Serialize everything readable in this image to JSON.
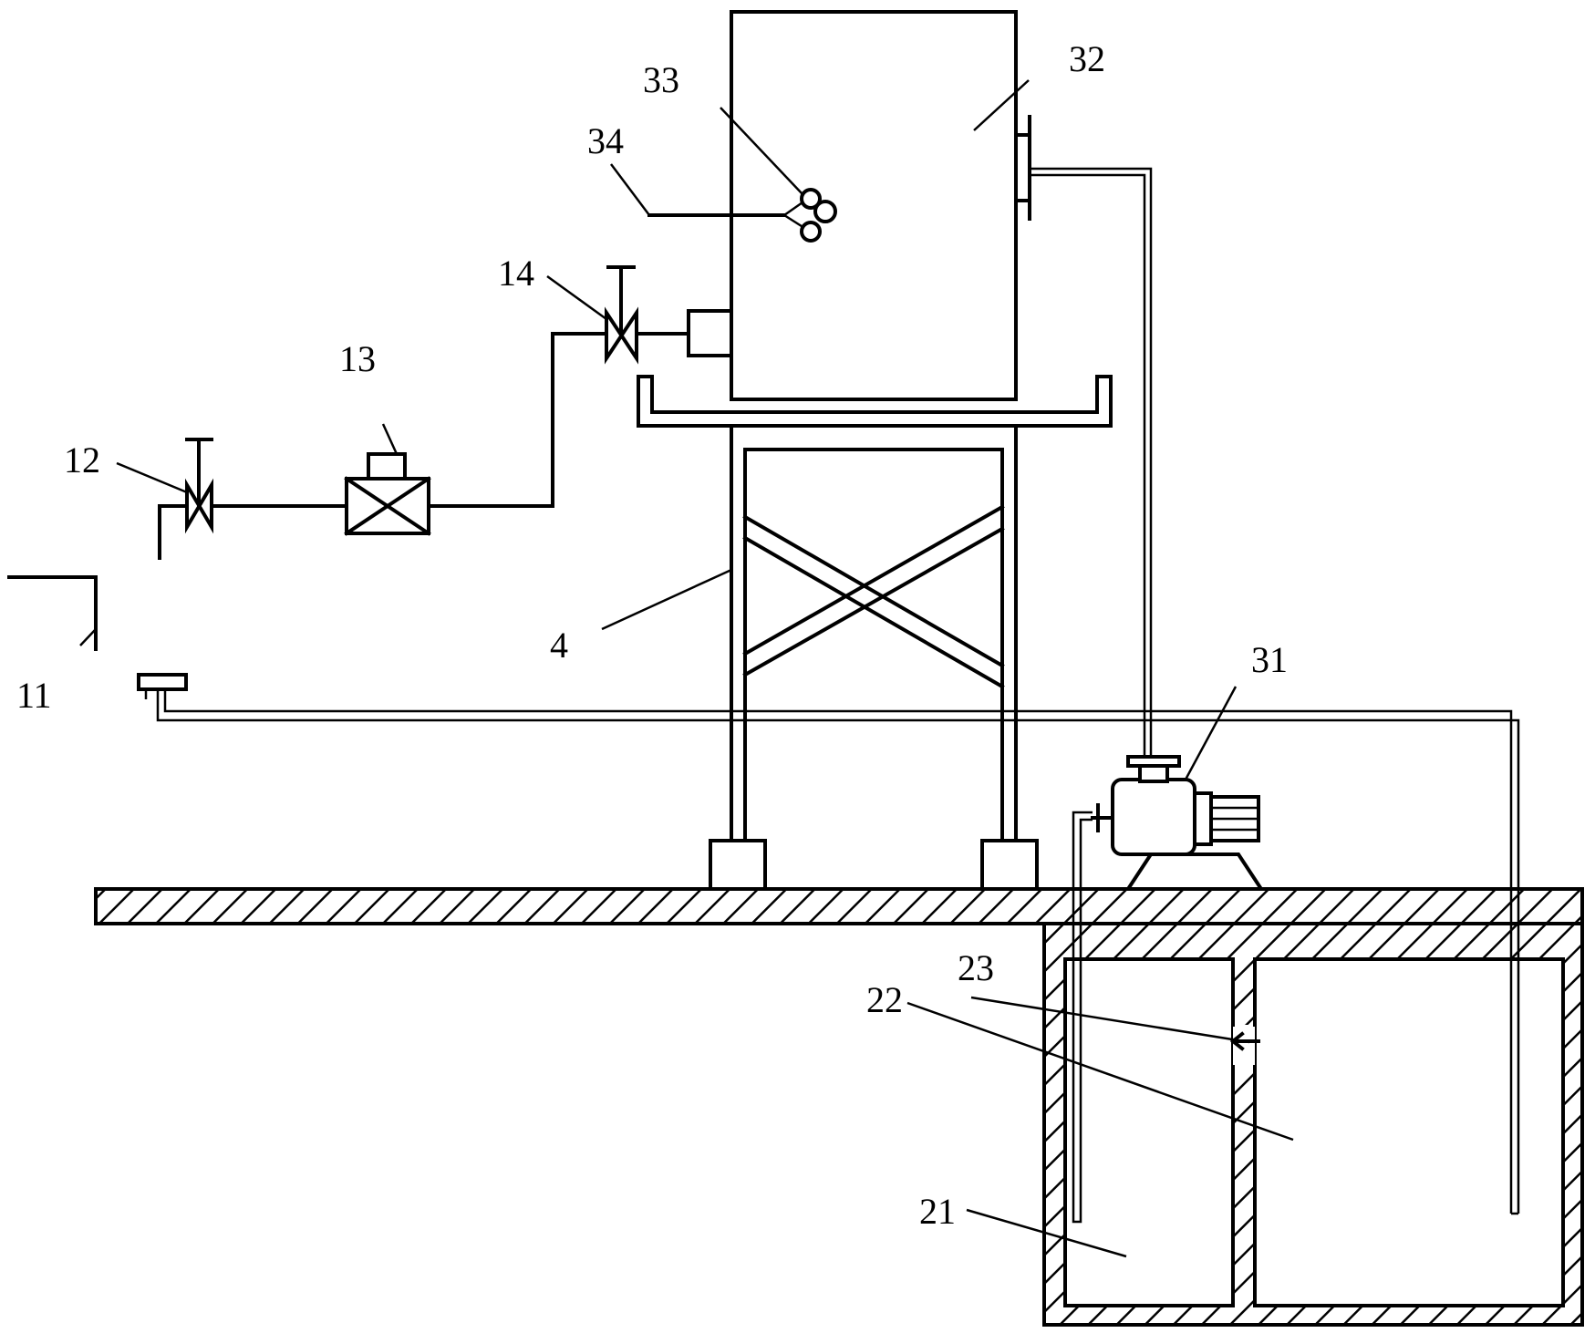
{
  "labels": {
    "l11": "11",
    "l12": "12",
    "l13": "13",
    "l14": "14",
    "l21": "21",
    "l22": "22",
    "l23": "23",
    "l31": "31",
    "l32": "32",
    "l33": "33",
    "l34": "34",
    "l4": "4"
  }
}
